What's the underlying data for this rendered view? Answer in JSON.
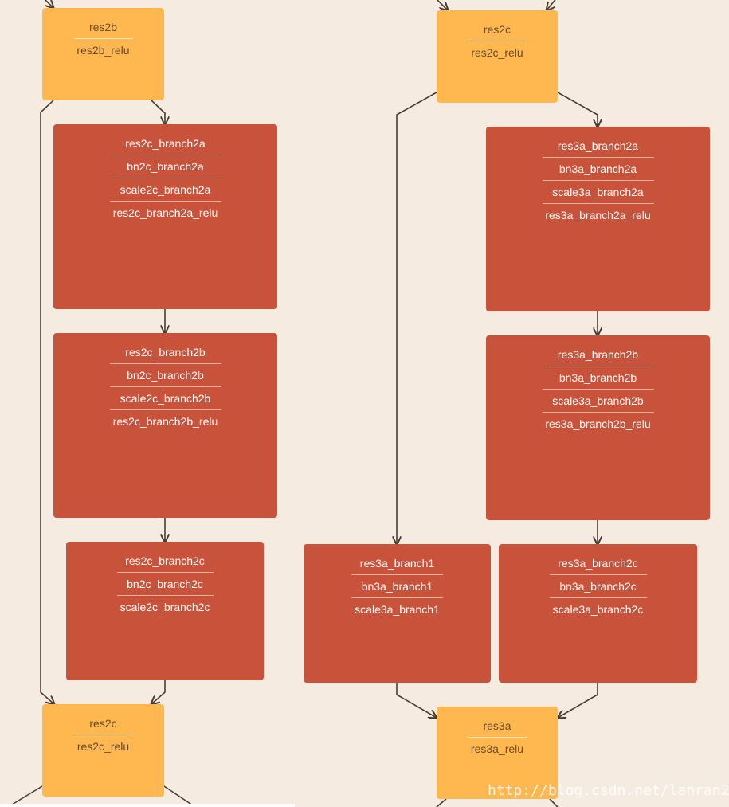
{
  "colors": {
    "background": "#f6ebe1",
    "merge_node": "#ffb84f",
    "branch_node": "#c8533a",
    "edge": "#4a3b36"
  },
  "nodes": [
    {
      "id": "res2b",
      "style": "yellow",
      "layers": [
        "res2b",
        "res2b_relu"
      ]
    },
    {
      "id": "res2c_branch2a",
      "style": "red",
      "layers": [
        "res2c_branch2a",
        "bn2c_branch2a",
        "scale2c_branch2a",
        "res2c_branch2a_relu"
      ]
    },
    {
      "id": "res2c_branch2b",
      "style": "red",
      "layers": [
        "res2c_branch2b",
        "bn2c_branch2b",
        "scale2c_branch2b",
        "res2c_branch2b_relu"
      ]
    },
    {
      "id": "res2c_branch2c",
      "style": "red",
      "layers": [
        "res2c_branch2c",
        "bn2c_branch2c",
        "scale2c_branch2c"
      ]
    },
    {
      "id": "res2c_left",
      "style": "yellow",
      "layers": [
        "res2c",
        "res2c_relu"
      ]
    },
    {
      "id": "res2c_right",
      "style": "yellow",
      "layers": [
        "res2c",
        "res2c_relu"
      ]
    },
    {
      "id": "res3a_branch2a",
      "style": "red",
      "layers": [
        "res3a_branch2a",
        "bn3a_branch2a",
        "scale3a_branch2a",
        "res3a_branch2a_relu"
      ]
    },
    {
      "id": "res3a_branch2b",
      "style": "red",
      "layers": [
        "res3a_branch2b",
        "bn3a_branch2b",
        "scale3a_branch2b",
        "res3a_branch2b_relu"
      ]
    },
    {
      "id": "res3a_branch1",
      "style": "red",
      "layers": [
        "res3a_branch1",
        "bn3a_branch1",
        "scale3a_branch1"
      ]
    },
    {
      "id": "res3a_branch2c",
      "style": "red",
      "layers": [
        "res3a_branch2c",
        "bn3a_branch2c",
        "scale3a_branch2c"
      ]
    },
    {
      "id": "res3a",
      "style": "yellow",
      "layers": [
        "res3a",
        "res3a_relu"
      ]
    }
  ],
  "edges": [
    [
      "res2b",
      "res2c_branch2a"
    ],
    [
      "res2c_branch2a",
      "res2c_branch2b"
    ],
    [
      "res2c_branch2b",
      "res2c_branch2c"
    ],
    [
      "res2c_branch2c",
      "res2c_left"
    ],
    [
      "res2b",
      "res2c_left"
    ],
    [
      "res2c_right",
      "res3a_branch2a"
    ],
    [
      "res3a_branch2a",
      "res3a_branch2b"
    ],
    [
      "res3a_branch2b",
      "res3a_branch2c"
    ],
    [
      "res2c_right",
      "res3a_branch1"
    ],
    [
      "res3a_branch1",
      "res3a"
    ],
    [
      "res3a_branch2c",
      "res3a"
    ]
  ],
  "watermark": "http://blog.csdn.net/lanran2"
}
